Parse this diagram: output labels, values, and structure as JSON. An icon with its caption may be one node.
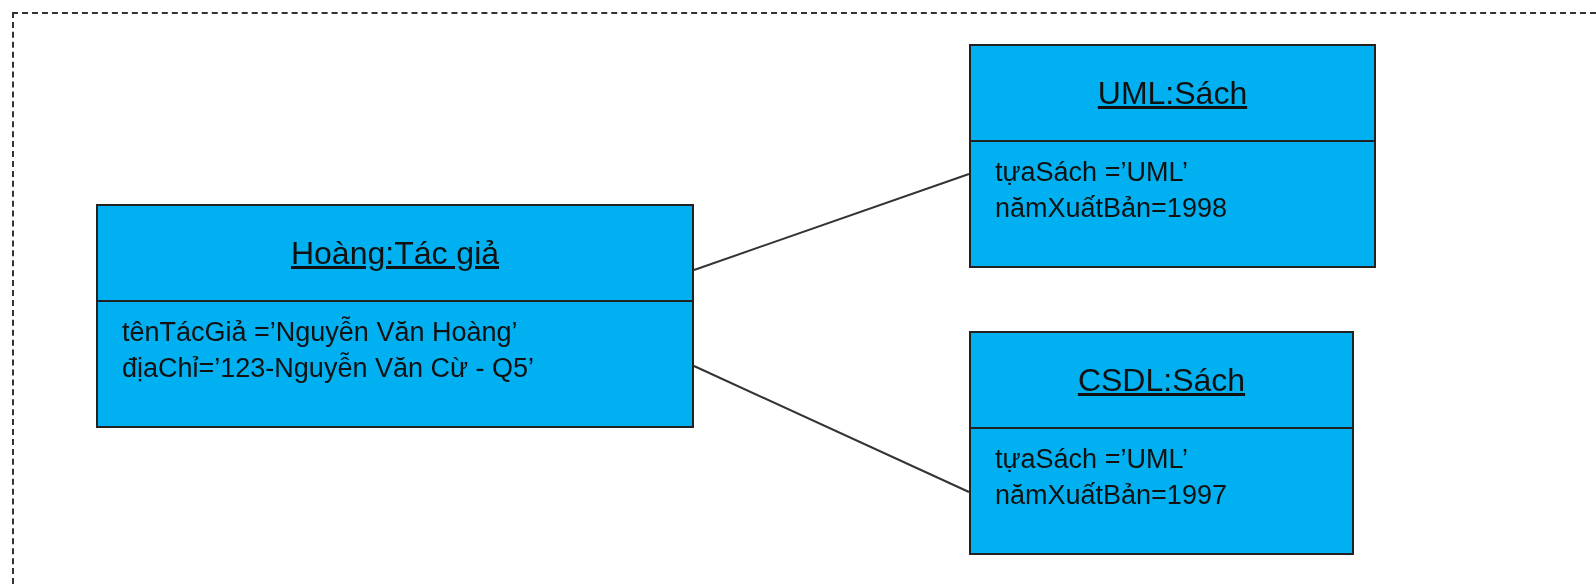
{
  "diagram": {
    "nodes": [
      {
        "text": [],
        "shape": "box"
      },
      {
        "text": [
          "Hoàng:Tác giả",
          "tênTácGiả =’Nguyễn Văn Hoàng’",
          "địaChỉ=’123-Nguyễn Văn Cừ - Q5’"
        ],
        "in": 0
      },
      {
        "text": [
          "UML:Sách",
          "tựaSách =’UML’",
          "nămXuấtBản=1998"
        ],
        "in": 0
      },
      {
        "text": [
          "CSDL:Sách",
          "tựaSách =’UML’",
          "nămXuấtBản=1997"
        ],
        "in": 0
      }
    ],
    "edges": [
      {
        "from": 1,
        "to": 2,
        "arrow": "none"
      },
      {
        "from": 1,
        "to": 3,
        "arrow": "none"
      }
    ]
  }
}
